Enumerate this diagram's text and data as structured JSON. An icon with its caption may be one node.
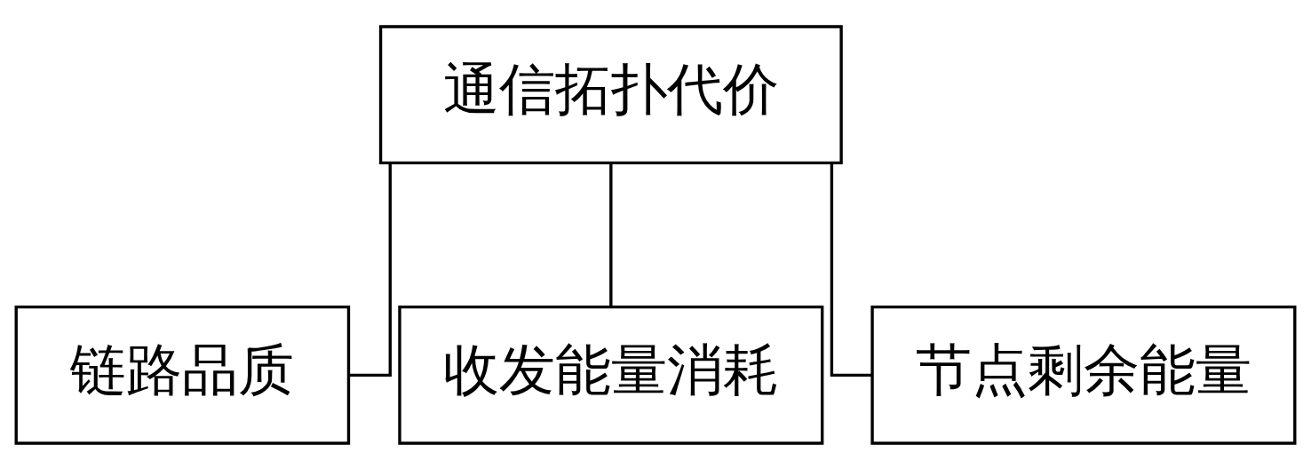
{
  "diagram": {
    "nodes": [
      {
        "text": [
          "通信拓扑代价"
        ]
      },
      {
        "text": [
          "链路品质"
        ]
      },
      {
        "text": [
          "收发能量消耗"
        ]
      },
      {
        "text": [
          "节点剩余能量"
        ]
      }
    ],
    "edges": [
      {
        "from": 0,
        "to": 1,
        "arrow": "none"
      },
      {
        "from": 0,
        "to": 2,
        "arrow": "none"
      },
      {
        "from": 0,
        "to": 3,
        "arrow": "none"
      }
    ]
  }
}
